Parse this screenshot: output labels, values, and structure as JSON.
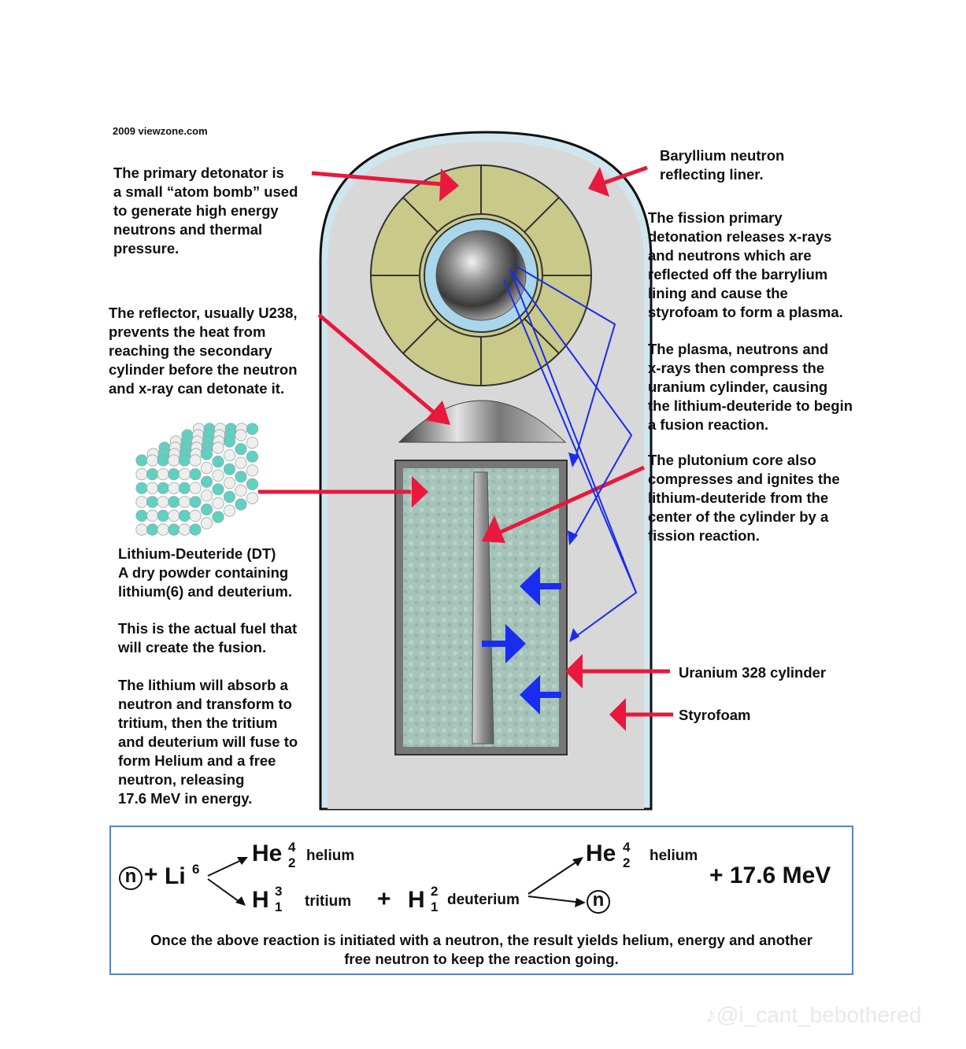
{
  "credit": "2009 viewzone.com",
  "labels": {
    "primary_detonator": "The primary  detonator is\na small “atom bomb” used\nto generate high energy\nneutrons and thermal\npressure.",
    "reflector": "The reflector, usually U238,\nprevents the heat from\nreaching the secondary\ncylinder before the neutron\nand x-ray can detonate it.",
    "lithium_deuteride": "Lithium-Deuteride (DT)\nA dry powder containing\nlithium(6) and deuterium.",
    "actual_fuel": "This is the actual fuel that\nwill create the fusion.",
    "lithium_process": "The lithium will absorb a\nneutron and transform to\ntritium, then the tritium\nand deuterium will fuse to\nform Helium and a free\nneutron, releasing\n17.6 MeV in energy.",
    "beryllium_liner": "Baryllium neutron\nreflecting liner.",
    "fission_primary": "The fission primary\ndetonation releases x-rays\nand neutrons which are\nreflected off the barrylium\nlining and cause the\nstyrofoam to form a plasma.",
    "plasma": "The plasma, neutrons and\nx-rays then compress the\nuranium cylinder, causing\nthe lithium-deuteride to begin\na fusion reaction.",
    "plutonium_core": "The plutonium core also\ncompresses and ignites the\nlithium-deuteride from the\ncenter of the cylinder by a\nfission reaction.",
    "uranium_cylinder": "Uranium 328 cylinder",
    "styrofoam": "Styrofoam"
  },
  "equation": {
    "neutron_symbol": "n",
    "plus": "+",
    "li": "Li",
    "li_mass": "6",
    "he": "He",
    "he_mass": "4",
    "he_z": "2",
    "helium": "helium",
    "h": "H",
    "tritium_mass": "3",
    "h_z": "1",
    "tritium": "tritium",
    "deuterium_mass": "2",
    "deuterium": "deuterium",
    "energy": "+ 17.6 MeV",
    "footer": "Once the above reaction is initiated with a neutron, the result yields helium, energy and another\nfree neutron to keep the reaction going."
  },
  "watermark": "♪@i_cant_bebothered",
  "colors": {
    "casing": "#cfe6ee",
    "styrofoam": "#d8d8d8",
    "primary_ring": "#c9c98a",
    "liner": "#a9d6ea",
    "fuel": "#a9c6bc",
    "red_arrow": "#e8193c",
    "blue_arrow": "#1a2cf0",
    "box_border": "#5b7fd6"
  }
}
